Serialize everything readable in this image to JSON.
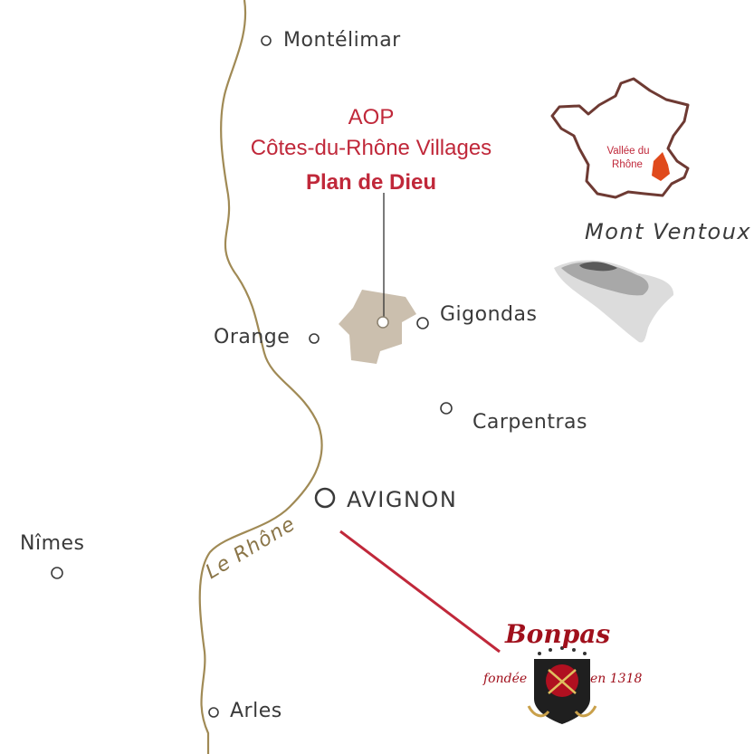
{
  "title": {
    "line1": "AOP",
    "line2": "Côtes-du-Rhône Villages",
    "line3": "Plan de Dieu"
  },
  "places": {
    "montelimar": "Montélimar",
    "orange": "Orange",
    "gigondas": "Gigondas",
    "carpentras": "Carpentras",
    "avignon": "AVIGNON",
    "nimes": "Nîmes",
    "arles": "Arles"
  },
  "river": "Le Rhône",
  "mountain": "Mont Ventoux",
  "inset": {
    "line1": "Vallée du",
    "line2": "Rhône"
  },
  "brand": {
    "name": "Bonpas",
    "left_text": "fondée",
    "right_text": "en 1318"
  },
  "colors": {
    "accent_red": "#c0283a",
    "river": "#a08a55",
    "zone": "#cbbfae",
    "inset_border": "#6e3a33"
  }
}
